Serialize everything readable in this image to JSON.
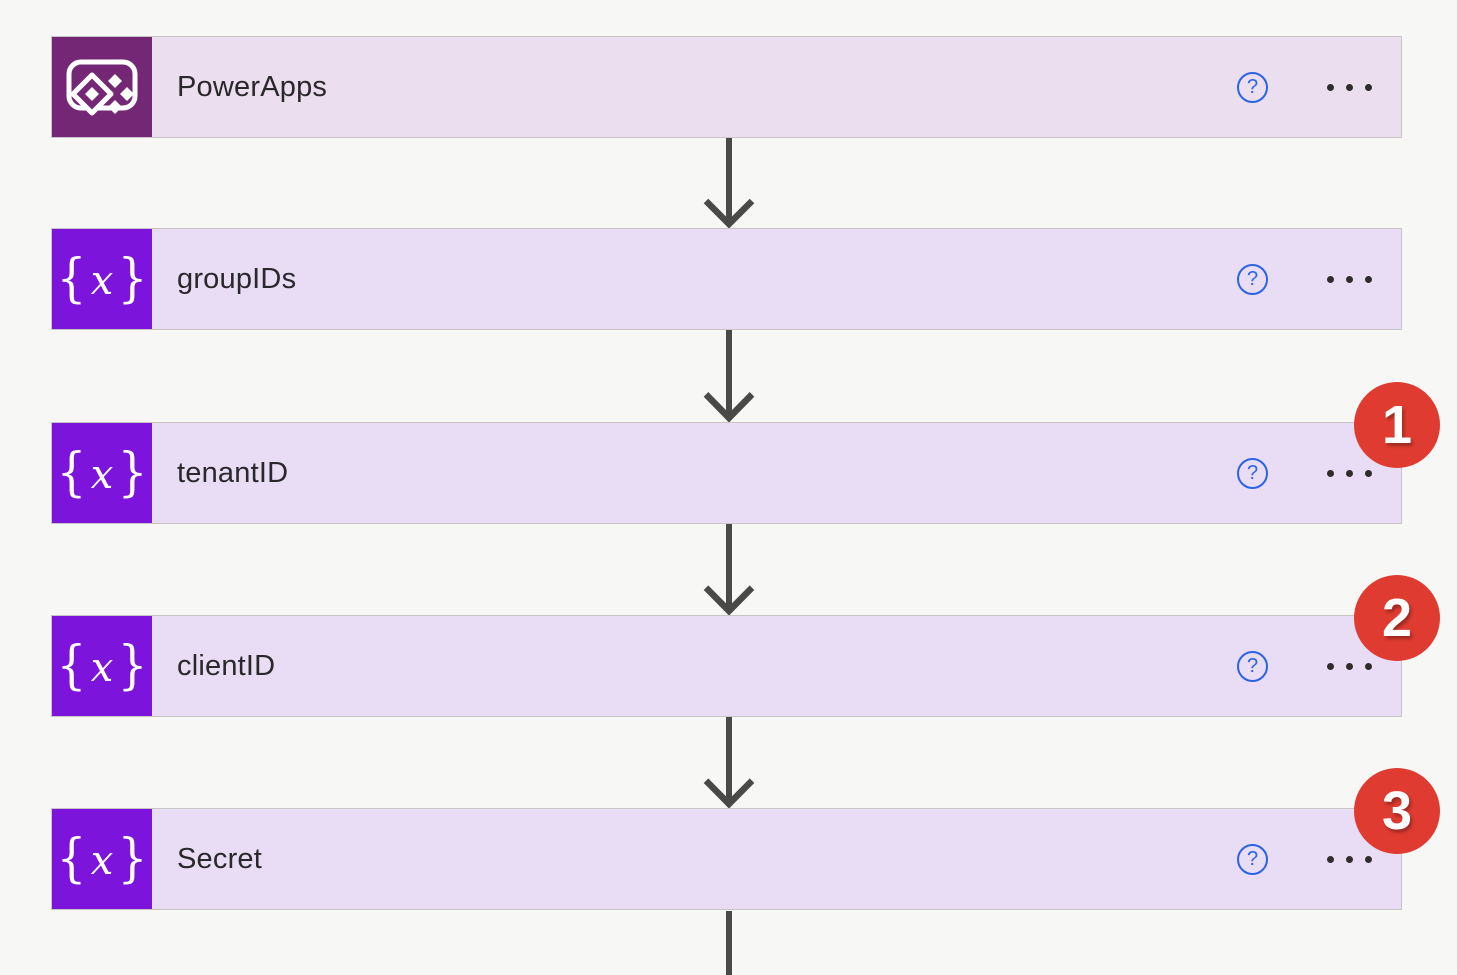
{
  "steps": [
    {
      "label": "PowerApps",
      "icon": "powerapps-logo",
      "badge": ""
    },
    {
      "label": "groupIDs",
      "icon": "function-variable",
      "badge": ""
    },
    {
      "label": "tenantID",
      "icon": "function-variable",
      "badge": "1"
    },
    {
      "label": "clientID",
      "icon": "function-variable",
      "badge": "2"
    },
    {
      "label": "Secret",
      "icon": "function-variable",
      "badge": "3"
    }
  ],
  "controls": {
    "help_glyph": "?"
  },
  "variable_icon_glyph": {
    "open": "{",
    "x": "x",
    "close": "}"
  },
  "colors": {
    "background": "#f7f7f6",
    "trigger_tile_purple": "#742774",
    "trigger_body_lavender": "#ebdeef",
    "variable_tile_purple": "#7d14dc",
    "variable_body_lavender": "#e9dcf5",
    "card_border_gray": "#c8c6c4",
    "help_icon_blue": "#2b64e3",
    "annotation_badge_red": "#e03b30",
    "arrow_gray": "#494947",
    "label_text": "#29282a"
  }
}
